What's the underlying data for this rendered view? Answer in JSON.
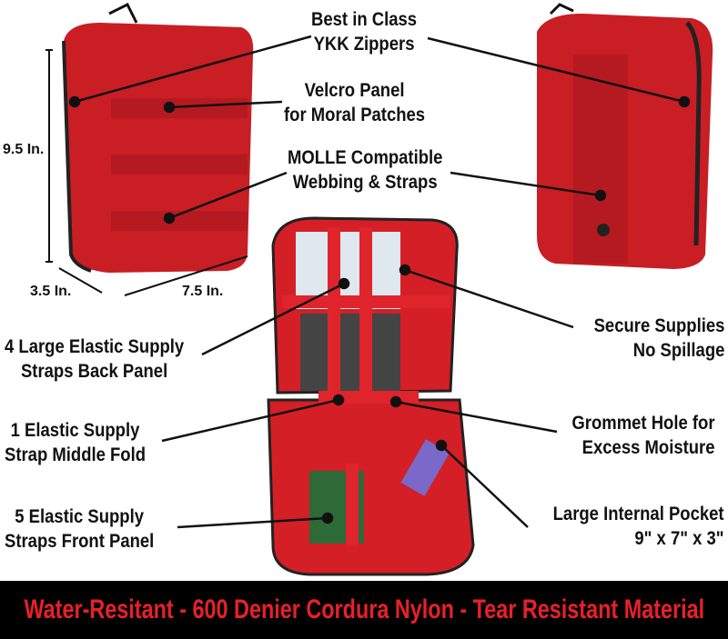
{
  "callouts": {
    "zippers": [
      "Best in Class",
      "YKK Zippers"
    ],
    "velcro": [
      "Velcro Panel",
      "for Moral Patches"
    ],
    "molle": [
      "MOLLE Compatible",
      "Webbing & Straps"
    ],
    "secure": [
      "Secure Supplies",
      "No Spillage"
    ],
    "grommet": [
      "Grommet Hole for",
      "Excess Moisture"
    ],
    "pocket": [
      "Large Internal Pocket",
      "9\" x 7\" x 3\""
    ],
    "back_straps": [
      "4 Large Elastic Supply",
      "Straps Back Panel"
    ],
    "middle_strap": [
      "1 Elastic Supply",
      "Strap Middle Fold"
    ],
    "front_straps": [
      "5 Elastic Supply",
      "Straps Front Panel"
    ]
  },
  "dimensions": {
    "height": "9.5 In.",
    "depth": "3.5 In.",
    "width": "7.5 In."
  },
  "banner": "Water-Resitant - 600 Denier Cordura Nylon - Tear Resistant Material",
  "colors": {
    "bag": "#d41f26",
    "banner_text": "#e8202a",
    "banner_bg": "#000000"
  }
}
